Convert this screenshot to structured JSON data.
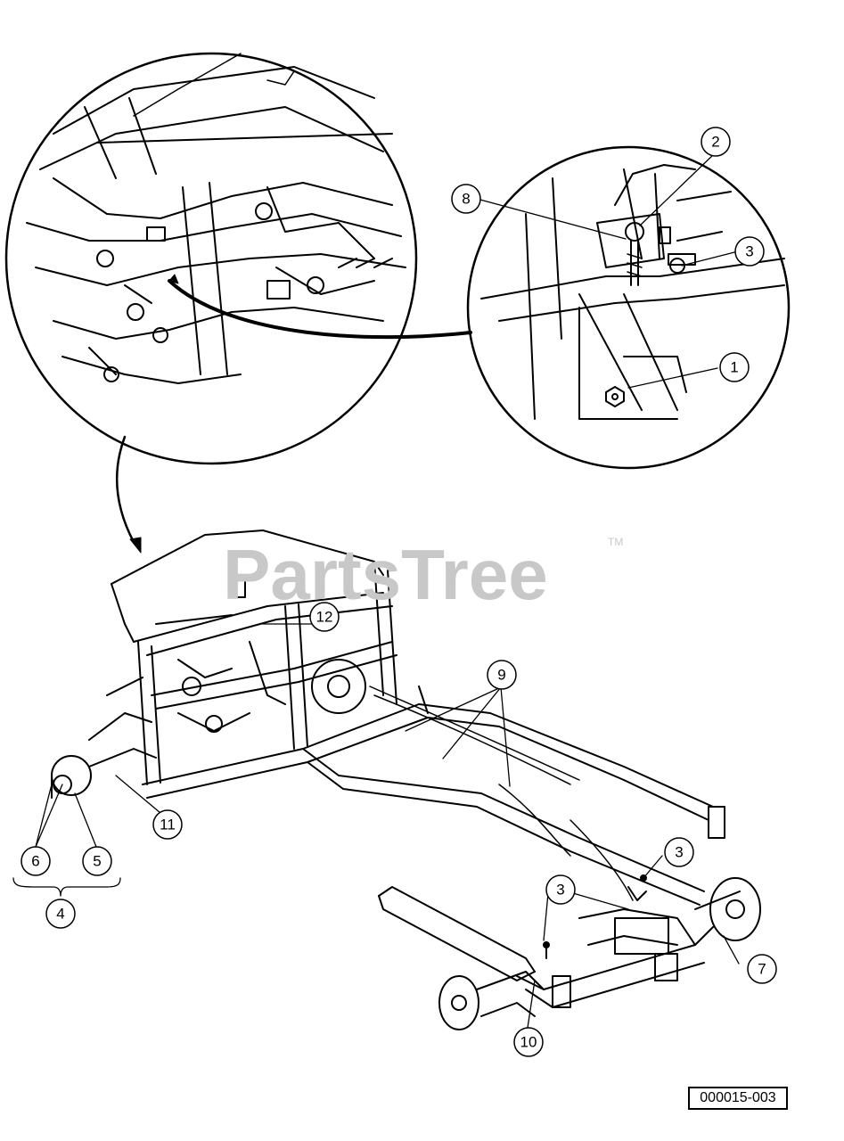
{
  "watermark": {
    "text": "PartsTree",
    "tm": "TM"
  },
  "reference_code": "000015-003",
  "callouts": {
    "c1": "1",
    "c2": "2",
    "c3a": "3",
    "c3b": "3",
    "c3c": "3",
    "c4": "4",
    "c5": "5",
    "c6": "6",
    "c7": "7",
    "c8": "8",
    "c9": "9",
    "c10": "10",
    "c11": "11",
    "c12": "12"
  }
}
